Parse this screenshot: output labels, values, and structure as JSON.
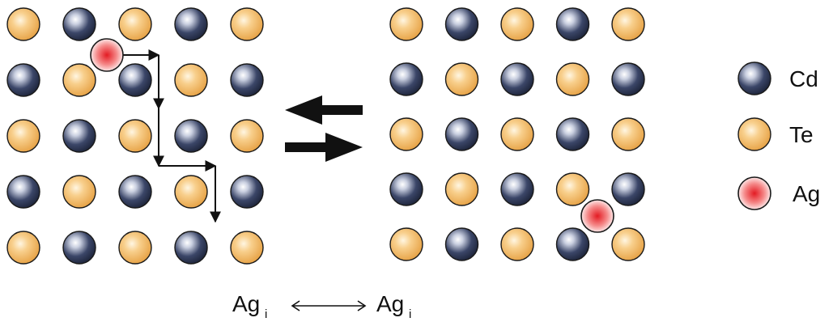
{
  "colors": {
    "cd": "#2a3350",
    "te": "#f0b45c",
    "ag": "#e8313a",
    "stroke": "#1a1a1a",
    "arrow": "#111111"
  },
  "legend": {
    "items": [
      {
        "key": "cd",
        "label": "Cd",
        "icon": "cd-atom-icon"
      },
      {
        "key": "te",
        "label": "Te",
        "icon": "te-atom-icon"
      },
      {
        "key": "ag",
        "label": "Ag",
        "icon": "ag-atom-icon"
      }
    ]
  },
  "caption": {
    "left": {
      "base": "Ag",
      "sub": "i"
    },
    "right": {
      "base": "Ag",
      "sub": "i"
    },
    "arrow_icon": "double-headed-arrow-icon"
  },
  "equilibrium_icon": "equilibrium-arrows-icon",
  "path_icon": "diffusion-path-arrows-icon",
  "lattices": {
    "left": {
      "grid": [
        [
          "te",
          "cd",
          "te",
          "cd",
          "te"
        ],
        [
          "cd",
          "te",
          "cd",
          "te",
          "cd"
        ],
        [
          "te",
          "cd",
          "te",
          "cd",
          "te"
        ],
        [
          "cd",
          "te",
          "cd",
          "te",
          "cd"
        ],
        [
          "te",
          "cd",
          "te",
          "cd",
          "te"
        ]
      ]
    },
    "right": {
      "grid": [
        [
          "te",
          "cd",
          "te",
          "cd",
          "te"
        ],
        [
          "cd",
          "te",
          "cd",
          "te",
          "cd"
        ],
        [
          "te",
          "cd",
          "te",
          "cd",
          "te"
        ],
        [
          "cd",
          "te",
          "cd",
          "te",
          "cd"
        ],
        [
          "te",
          "cd",
          "te",
          "cd",
          "te"
        ]
      ]
    }
  }
}
